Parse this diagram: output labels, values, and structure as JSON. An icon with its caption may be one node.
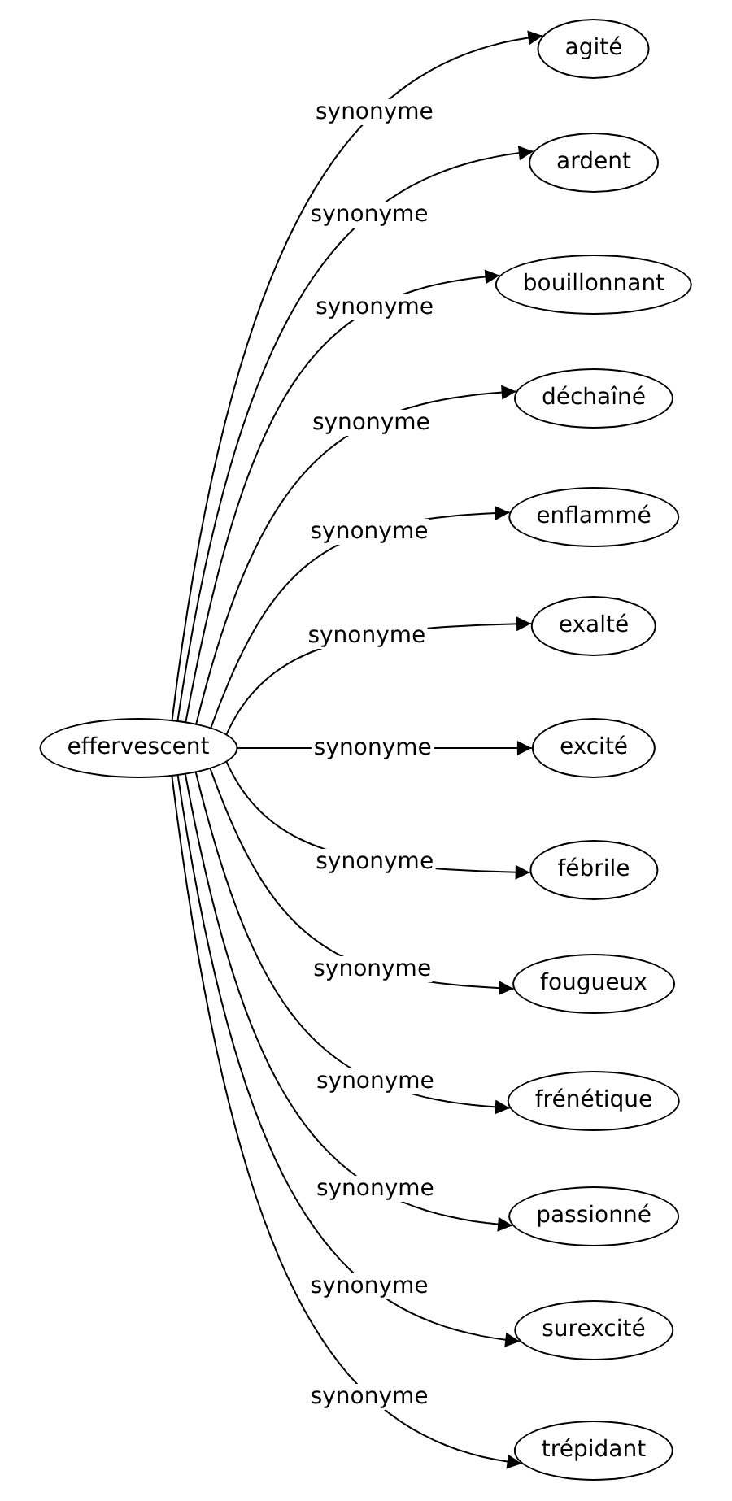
{
  "diagram": {
    "nodes": [
      {
        "text": [
          "effervescent"
        ]
      },
      {
        "text": [
          "agité"
        ]
      },
      {
        "text": [
          "ardent"
        ]
      },
      {
        "text": [
          "bouillonnant"
        ]
      },
      {
        "text": [
          "déchaîné"
        ]
      },
      {
        "text": [
          "enflammé"
        ]
      },
      {
        "text": [
          "exalté"
        ]
      },
      {
        "text": [
          "excité"
        ]
      },
      {
        "text": [
          "fébrile"
        ]
      },
      {
        "text": [
          "fougueux"
        ]
      },
      {
        "text": [
          "frénétique"
        ]
      },
      {
        "text": [
          "passionné"
        ]
      },
      {
        "text": [
          "surexcité"
        ]
      },
      {
        "text": [
          "trépidant"
        ]
      }
    ],
    "edges": [
      {
        "from": 0,
        "to": 1,
        "arrow": "to",
        "label": "synonyme"
      },
      {
        "from": 0,
        "to": 2,
        "arrow": "to",
        "label": "synonyme"
      },
      {
        "from": 0,
        "to": 3,
        "arrow": "to",
        "label": "synonyme"
      },
      {
        "from": 0,
        "to": 4,
        "arrow": "to",
        "label": "synonyme"
      },
      {
        "from": 0,
        "to": 5,
        "arrow": "to",
        "label": "synonyme"
      },
      {
        "from": 0,
        "to": 6,
        "arrow": "to",
        "label": "synonyme"
      },
      {
        "from": 0,
        "to": 7,
        "arrow": "to",
        "label": "synonyme"
      },
      {
        "from": 0,
        "to": 8,
        "arrow": "to",
        "label": "synonyme"
      },
      {
        "from": 0,
        "to": 9,
        "arrow": "to",
        "label": "synonyme"
      },
      {
        "from": 0,
        "to": 10,
        "arrow": "to",
        "label": "synonyme"
      },
      {
        "from": 0,
        "to": 11,
        "arrow": "to",
        "label": "synonyme"
      },
      {
        "from": 0,
        "to": 12,
        "arrow": "to",
        "label": "synonyme"
      },
      {
        "from": 0,
        "to": 13,
        "arrow": "to",
        "label": "synonyme"
      }
    ]
  }
}
